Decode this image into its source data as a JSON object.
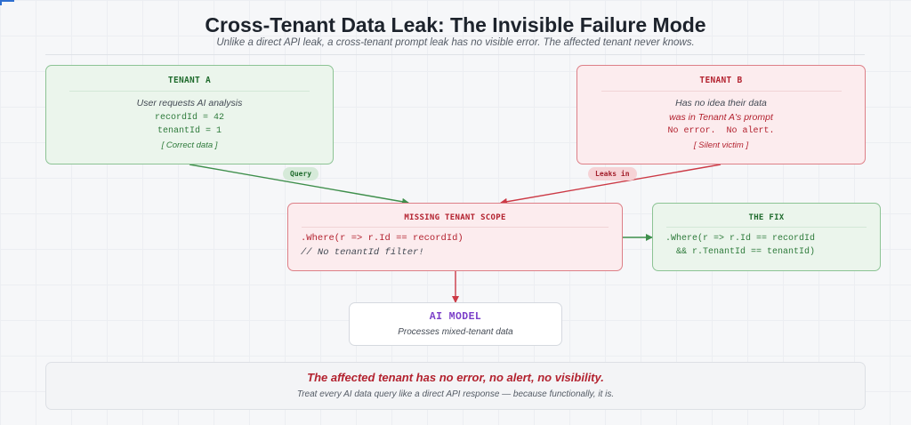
{
  "title": "Cross-Tenant Data Leak: The Invisible Failure Mode",
  "subtitle": "Unlike a direct API leak, a cross-tenant prompt leak has no visible error. The affected tenant never knows.",
  "tenant_a": {
    "heading": "TENANT A",
    "line1": "User requests AI analysis",
    "line2": "recordId = 42",
    "line3": "tenantId = 1",
    "line4": "[ Correct data ]"
  },
  "tenant_b": {
    "heading": "TENANT B",
    "line1": "Has no idea their data",
    "line2": "was in Tenant A's prompt",
    "line3": "No error.  No alert.",
    "line4": "[ Silent victim ]"
  },
  "edges": {
    "query": "Query",
    "leaks_in": "Leaks in"
  },
  "missing_scope": {
    "heading": "MISSING TENANT SCOPE",
    "line1": ".Where(r => r.Id == recordId)",
    "line2": "// No tenantId filter!"
  },
  "fix": {
    "heading": "THE FIX",
    "line1": ".Where(r => r.Id == recordId",
    "line2": "&& r.TenantId == tenantId)"
  },
  "ai_model": {
    "heading": "AI MODEL",
    "line1": "Processes mixed-tenant data"
  },
  "footer": {
    "line1": "The affected tenant has no error, no alert, no visibility.",
    "line2": "Treat every AI data query like a direct API response — because functionally, it is."
  },
  "colors": {
    "green_text": "#2d7a3a",
    "red_text": "#b3222f",
    "purple": "#7b3fc9",
    "green_arrow": "#3f8f4c",
    "red_arrow": "#cc3a46"
  }
}
